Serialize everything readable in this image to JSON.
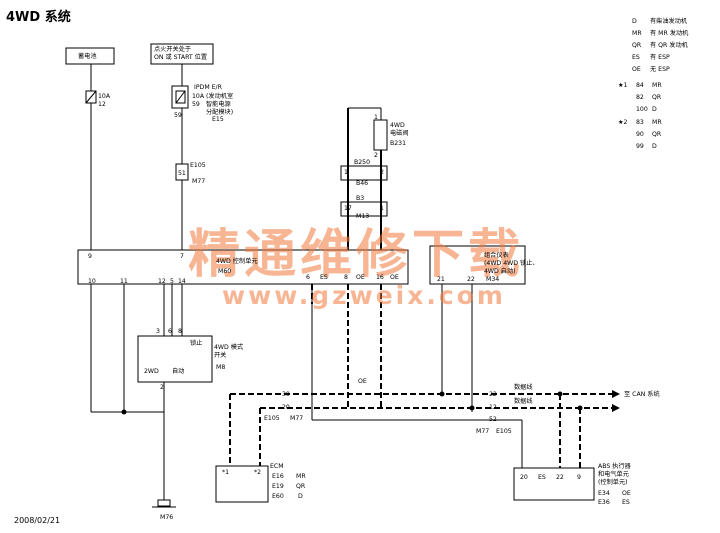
{
  "title": "4WD 系统",
  "date": "2008/02/21",
  "watermark": {
    "main": "精通维修下载",
    "url": "www.gzweix.com"
  },
  "battery": "蓄电池",
  "ignition": {
    "line1": "点火开关处于",
    "line2": "ON 或 START 位置"
  },
  "fuse_a": {
    "amp": "10A",
    "num": "12"
  },
  "ipdm": {
    "line1": "IPDM E/R",
    "line2": "(发动机室",
    "line3": "智能电源",
    "line4": "分配模块)",
    "amp": "10A",
    "num": "59",
    "pin": "59",
    "conn": "E15"
  },
  "connectors": {
    "e105": "E105",
    "m77": "M77",
    "p51": "51",
    "b250": "B250",
    "b46": "B46",
    "p1": "1",
    "p2": "2",
    "b3": "B3",
    "m13": "M13",
    "p17": "17",
    "p1b": "1",
    "m76": "M76"
  },
  "solenoid": {
    "label1": "4WD",
    "label2": "电磁阀",
    "conn": "B231",
    "pin1": "1",
    "pin2": "2"
  },
  "control_unit": {
    "label": "4WD 控制单元",
    "conn": "M60",
    "pin9": "9",
    "pin7": "7",
    "pin10": "10",
    "pin11": "11",
    "pin12": "12",
    "pin5": "5",
    "pin14": "14",
    "pin6": "6",
    "pin8": "8",
    "pin16": "16"
  },
  "combination_meter": {
    "label1": "组合仪表",
    "label2": "(4WD 4WD 锁止、",
    "label3": "4WD 启动)",
    "conn": "M34",
    "pin21": "21",
    "pin22": "22"
  },
  "mode_switch": {
    "label1": "4WD 模式",
    "label2": "开关",
    "conn": "M8",
    "lock": "锁止",
    "two_wd": "2WD",
    "auto": "自动",
    "pin3": "3",
    "pin6": "6",
    "pin8": "8",
    "pin2": "2"
  },
  "tags": {
    "es": "ES",
    "oe": "OE",
    "mr": "MR",
    "qr": "QR",
    "d": "D"
  },
  "can": {
    "data_line_1": "数据线",
    "data_line_2": "数据线",
    "to_can": "至 CAN 系统",
    "pin30": "30",
    "pin20": "20",
    "pin22": "22",
    "pin12": "12",
    "pin52": "52",
    "e105": "E105",
    "m77": "M77",
    "m77b": "M77",
    "e105b": "E105"
  },
  "ecm": {
    "label": "ECM",
    "star1": "*1",
    "star2": "*2",
    "e16": "E16",
    "e19": "E19",
    "e60": "E60"
  },
  "abs": {
    "label1": "ABS 执行器",
    "label2": "和电气单元",
    "label3": "(控制单元)",
    "pin20": "20",
    "pin22": "22",
    "pin9": "9",
    "e34": "E34",
    "e36": "E36"
  },
  "legend": {
    "rows": [
      {
        "tag": "D",
        "text": "有柴油发动机"
      },
      {
        "tag": "MR",
        "text": "有 MR 发动机"
      },
      {
        "tag": "QR",
        "text": "有 QR 发动机"
      },
      {
        "tag": "ES",
        "text": "有 ESP"
      },
      {
        "tag": "OE",
        "text": "无 ESP"
      }
    ],
    "star1": "★1",
    "star2": "★2",
    "star1_rows": [
      {
        "num": "84",
        "tag": "MR"
      },
      {
        "num": "82",
        "tag": "QR"
      },
      {
        "num": "100",
        "tag": "D"
      }
    ],
    "star2_rows": [
      {
        "num": "83",
        "tag": "MR"
      },
      {
        "num": "90",
        "tag": "QR"
      },
      {
        "num": "99",
        "tag": "D"
      }
    ]
  }
}
